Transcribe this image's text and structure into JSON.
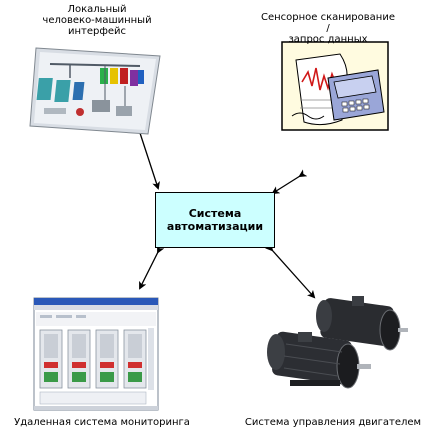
{
  "center": {
    "line1": "Система",
    "line2": "автоматизации"
  },
  "nodes": {
    "top_left": {
      "line1": "Локальный",
      "line2": "человеко-машинный",
      "line3": "интерфейс",
      "image": "hmi-screen-image"
    },
    "top_right": {
      "line1": "Сенсорное сканирование /",
      "line2": "запрос данных",
      "image": "data-recorder-image"
    },
    "bottom_left": {
      "label": "Удаленная система мониторинга",
      "image": "monitoring-window-image"
    },
    "bottom_right": {
      "label": "Система управления двигателем",
      "image": "electric-motors-image"
    }
  },
  "colors": {
    "center_fill": "#ccffff",
    "arrow": "#000000"
  }
}
